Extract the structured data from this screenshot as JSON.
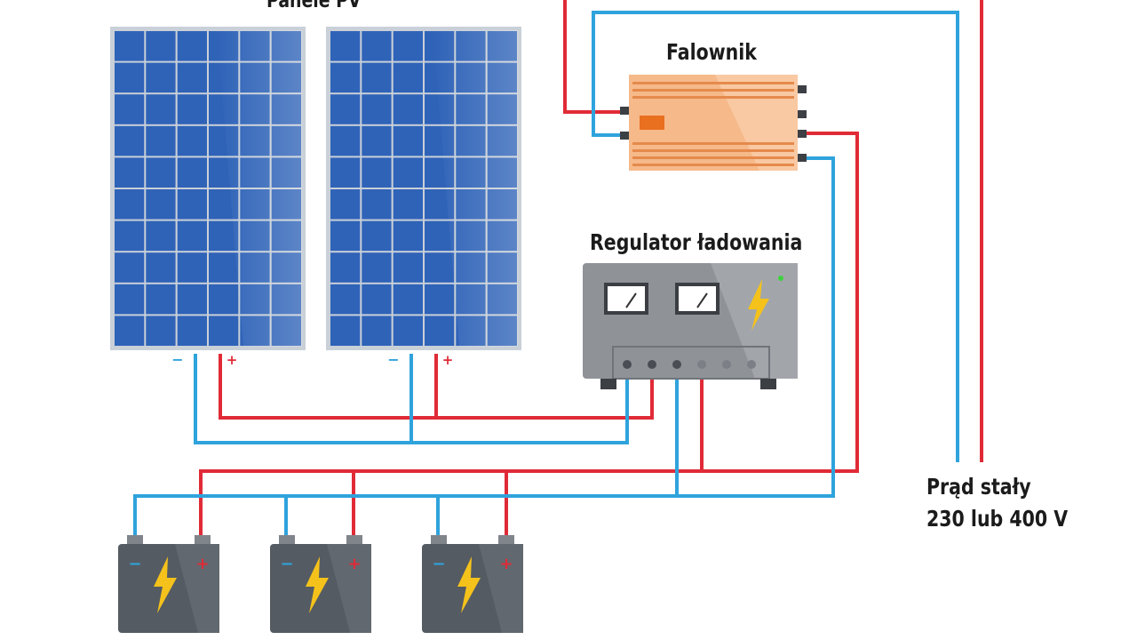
{
  "labels": {
    "panels": "Panele PV",
    "inverter": "Falownik",
    "regulator": "Regulator ładowania",
    "dc_line1": "Prąd stały",
    "dc_line2": "230 lub 400 V"
  },
  "terminals": {
    "minus": "−",
    "plus": "+"
  },
  "icons": [
    "solar-panel-icon",
    "inverter-icon",
    "charge-regulator-icon",
    "battery-icon",
    "lightning-bolt-icon",
    "gauge-icon"
  ],
  "colors": {
    "positive_wire": "#e02b37",
    "negative_wire": "#2fa3dc",
    "panel_cell": "#2f63b8",
    "panel_frame": "#c9d0d8",
    "inverter": "#f2a269",
    "regulator": "#8d9196",
    "battery": "#555b62",
    "bolt": "#f4c21b"
  }
}
